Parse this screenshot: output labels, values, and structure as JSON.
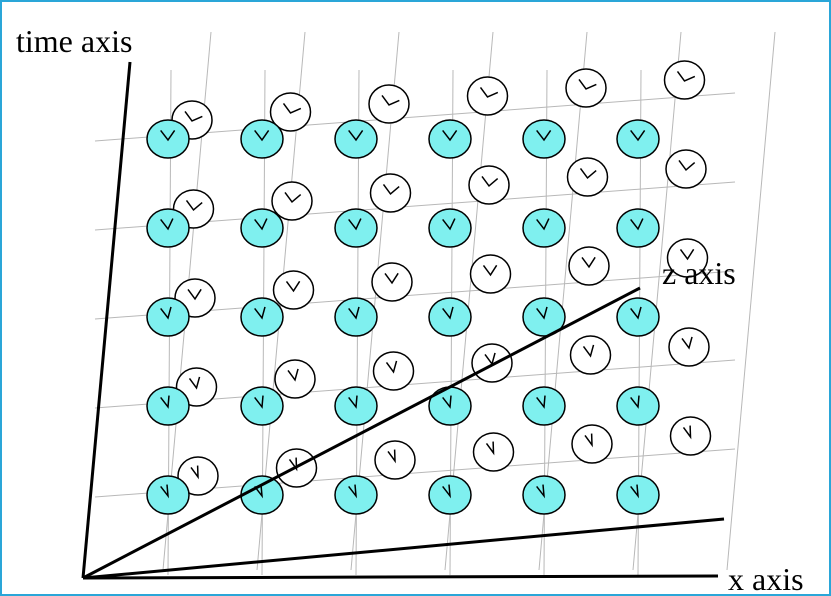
{
  "labels": {
    "time_axis": "time axis",
    "z_axis": "z axis",
    "x_axis": "x axis"
  },
  "colors": {
    "frame_border": "#2aa6d8",
    "front_clock_fill": "#7ff0ef",
    "back_clock_fill": "#ffffff",
    "grid": "#b8b8b8",
    "axis": "#000000"
  },
  "diagram": {
    "rows": 5,
    "columns": 6,
    "layers": 2
  }
}
